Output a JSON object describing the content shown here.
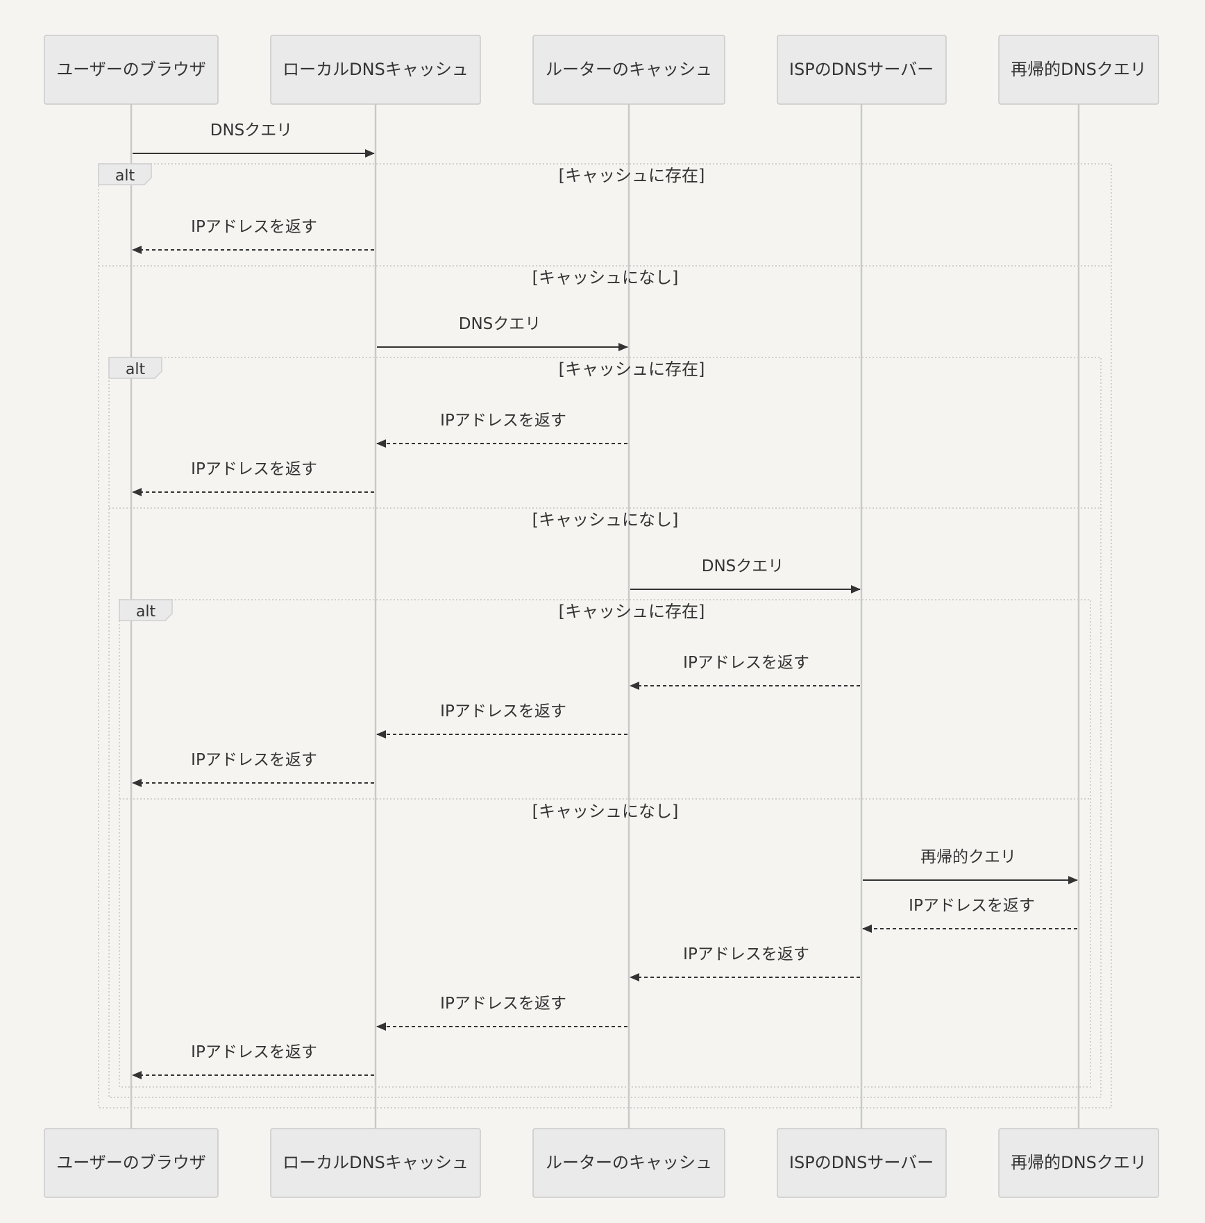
{
  "participants": [
    {
      "id": "browser",
      "label": "ユーザーのブラウザ"
    },
    {
      "id": "local",
      "label": "ローカルDNSキャッシュ"
    },
    {
      "id": "router",
      "label": "ルーターのキャッシュ"
    },
    {
      "id": "isp",
      "label": "ISPのDNSサーバー"
    },
    {
      "id": "recursive",
      "label": "再帰的DNSクエリ"
    }
  ],
  "fragments": [
    {
      "id": "alt-outer",
      "keyword": "alt",
      "sections": [
        "[キャッシュに存在]",
        "[キャッシュになし]"
      ]
    },
    {
      "id": "alt-middle",
      "keyword": "alt",
      "sections": [
        "[キャッシュに存在]",
        "[キャッシュになし]"
      ]
    },
    {
      "id": "alt-inner",
      "keyword": "alt",
      "sections": [
        "[キャッシュに存在]",
        "[キャッシュになし]"
      ]
    }
  ],
  "messages": [
    {
      "from": "browser",
      "to": "local",
      "label": "DNSクエリ",
      "style": "solid"
    },
    {
      "from": "local",
      "to": "browser",
      "label": "IPアドレスを返す",
      "style": "dashed"
    },
    {
      "from": "local",
      "to": "router",
      "label": "DNSクエリ",
      "style": "solid"
    },
    {
      "from": "router",
      "to": "local",
      "label": "IPアドレスを返す",
      "style": "dashed"
    },
    {
      "from": "local",
      "to": "browser",
      "label": "IPアドレスを返す",
      "style": "dashed"
    },
    {
      "from": "router",
      "to": "isp",
      "label": "DNSクエリ",
      "style": "solid"
    },
    {
      "from": "isp",
      "to": "router",
      "label": "IPアドレスを返す",
      "style": "dashed"
    },
    {
      "from": "router",
      "to": "local",
      "label": "IPアドレスを返す",
      "style": "dashed"
    },
    {
      "from": "local",
      "to": "browser",
      "label": "IPアドレスを返す",
      "style": "dashed"
    },
    {
      "from": "isp",
      "to": "recursive",
      "label": "再帰的クエリ",
      "style": "solid"
    },
    {
      "from": "recursive",
      "to": "isp",
      "label": "IPアドレスを返す",
      "style": "dashed"
    },
    {
      "from": "isp",
      "to": "router",
      "label": "IPアドレスを返す",
      "style": "dashed"
    },
    {
      "from": "router",
      "to": "local",
      "label": "IPアドレスを返す",
      "style": "dashed"
    },
    {
      "from": "local",
      "to": "browser",
      "label": "IPアドレスを返す",
      "style": "dashed"
    }
  ]
}
